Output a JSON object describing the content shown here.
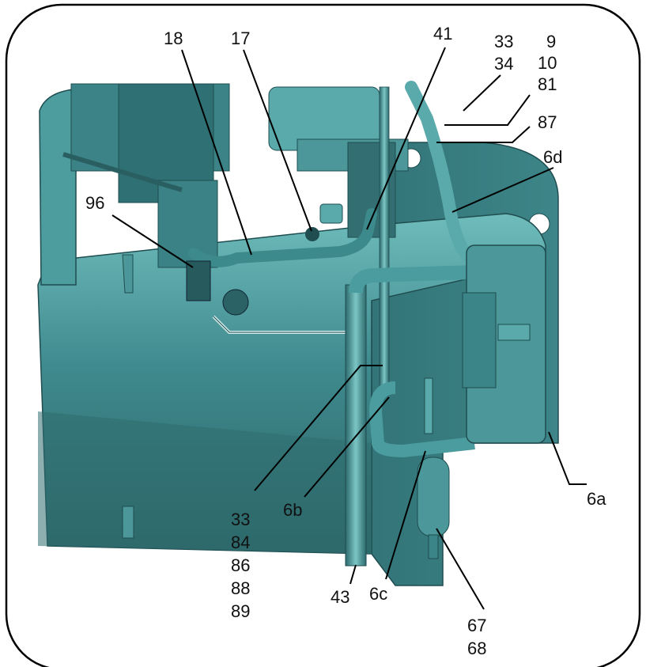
{
  "colors": {
    "frame": "#000000",
    "background": "#ffffff",
    "model_dark": "#2f6f73",
    "model_mid": "#3f8a8e",
    "model_light": "#5aa9ab",
    "model_highlight": "#8fd0cf",
    "leader": "#000000"
  },
  "labels": {
    "l18": "18",
    "l17": "17",
    "l41": "41",
    "l33_top": "33",
    "l34": "34",
    "l9": "9",
    "l10": "10",
    "l81": "81",
    "l87": "87",
    "l6d": "6d",
    "l96": "96",
    "l6a": "6a",
    "l6b": "6b",
    "l6c": "6c",
    "l43": "43",
    "l33_bottom": "33",
    "l84": "84",
    "l86": "86",
    "l88": "88",
    "l89": "89",
    "l67": "67",
    "l68": "68"
  }
}
